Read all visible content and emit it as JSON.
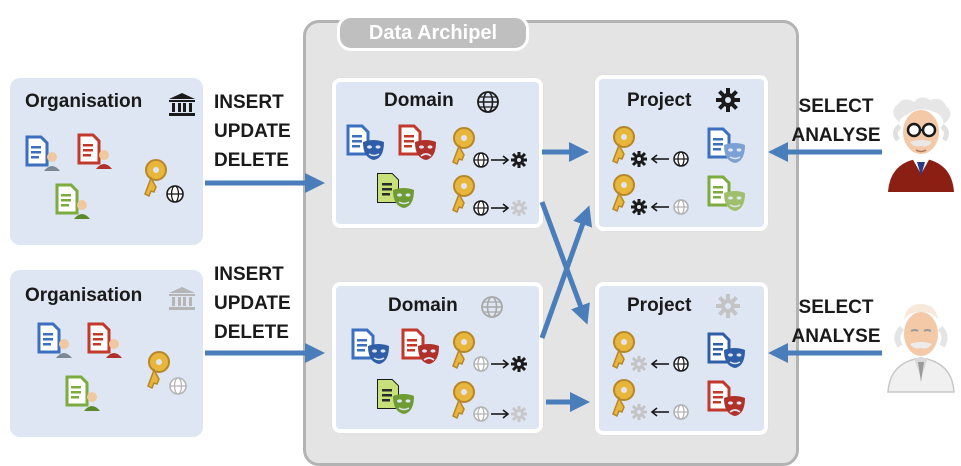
{
  "archipel": {
    "title": "Data Archipel"
  },
  "organisations": [
    {
      "label": "Organisation",
      "operations": [
        "INSERT",
        "UPDATE",
        "DELETE"
      ],
      "active": true
    },
    {
      "label": "Organisation",
      "operations": [
        "INSERT",
        "UPDATE",
        "DELETE"
      ],
      "active": false
    }
  ],
  "domains": [
    {
      "label": "Domain",
      "active": true
    },
    {
      "label": "Domain",
      "active": false
    }
  ],
  "projects": [
    {
      "label": "Project",
      "active": true
    },
    {
      "label": "Project",
      "active": false
    }
  ],
  "users": [
    {
      "operations": [
        "SELECT",
        "ANALYSE"
      ]
    },
    {
      "operations": [
        "SELECT",
        "ANALYSE"
      ]
    }
  ],
  "icons": {
    "organisation": "bank-building-icon",
    "domain": "globe-icon",
    "project": "gear-icon",
    "key": "key-icon",
    "document": "document-icon",
    "theater_mask": "theater-mask-icon",
    "user": "scientist-avatar-icon"
  },
  "colors": {
    "box_fill": "#dde6f2",
    "archipel_fill": "#e4e4e4",
    "archipel_border": "#b3b3b3",
    "arrow": "#4a7ebb",
    "doc_blue": "#3c6fbf",
    "doc_red": "#c0392b",
    "doc_green": "#7cab3f",
    "key_gold": "#e8b63a"
  }
}
